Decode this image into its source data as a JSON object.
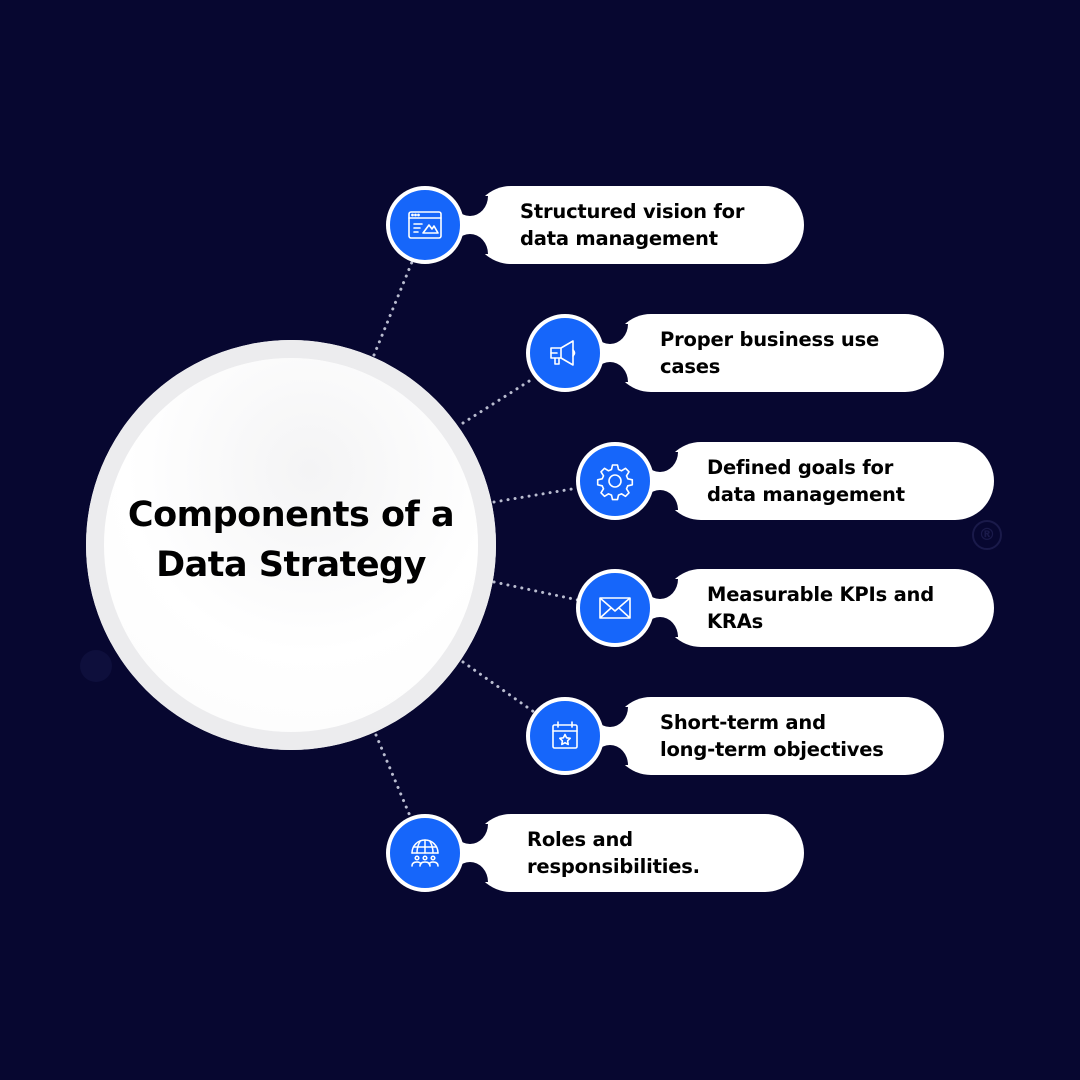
{
  "diagram": {
    "title_line1": "Components of a",
    "title_line2": "Data Strategy",
    "items": [
      {
        "label_line1": "Structured vision for",
        "label_line2": "data management",
        "icon": "browser-window-icon"
      },
      {
        "label_line1": "Proper business use",
        "label_line2": "cases",
        "icon": "megaphone-icon"
      },
      {
        "label_line1": "Defined goals for",
        "label_line2": "data management",
        "icon": "gear-icon"
      },
      {
        "label_line1": "Measurable KPIs and",
        "label_line2": "KRAs",
        "icon": "envelope-icon"
      },
      {
        "label_line1": "Short-term and",
        "label_line2": "long-term objectives",
        "icon": "calendar-star-icon"
      },
      {
        "label_line1": "Roles and",
        "label_line2": "responsibilities.",
        "icon": "globe-people-icon"
      }
    ],
    "watermark_symbol": "®"
  },
  "colors": {
    "background": "#070730",
    "accent_blue": "#1666fa",
    "pill": "#ffffff",
    "text": "#000000",
    "connector": "#b9bccf"
  }
}
